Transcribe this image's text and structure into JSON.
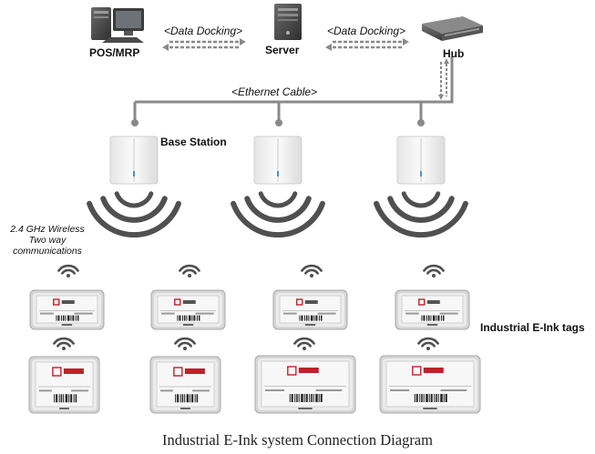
{
  "devices": {
    "pos": "POS/MRP",
    "server": "Server",
    "hub": "Hub",
    "base_station": "Base Station"
  },
  "links": {
    "docking_left": "<Data Docking>",
    "docking_right": "<Data Docking>",
    "ethernet": "<Ethernet Cable>"
  },
  "wireless": {
    "line1": "2.4 GHz Wireless",
    "line2": "Two way",
    "line3": "communications"
  },
  "tags_label": "Industrial E-Ink tags",
  "caption": "Industrial E-Ink system Connection Diagram",
  "colors": {
    "arrow": "#8a8a8a",
    "signal": "#505050",
    "cable": "#8a8a8a",
    "tag_logo": "#c0202a"
  }
}
